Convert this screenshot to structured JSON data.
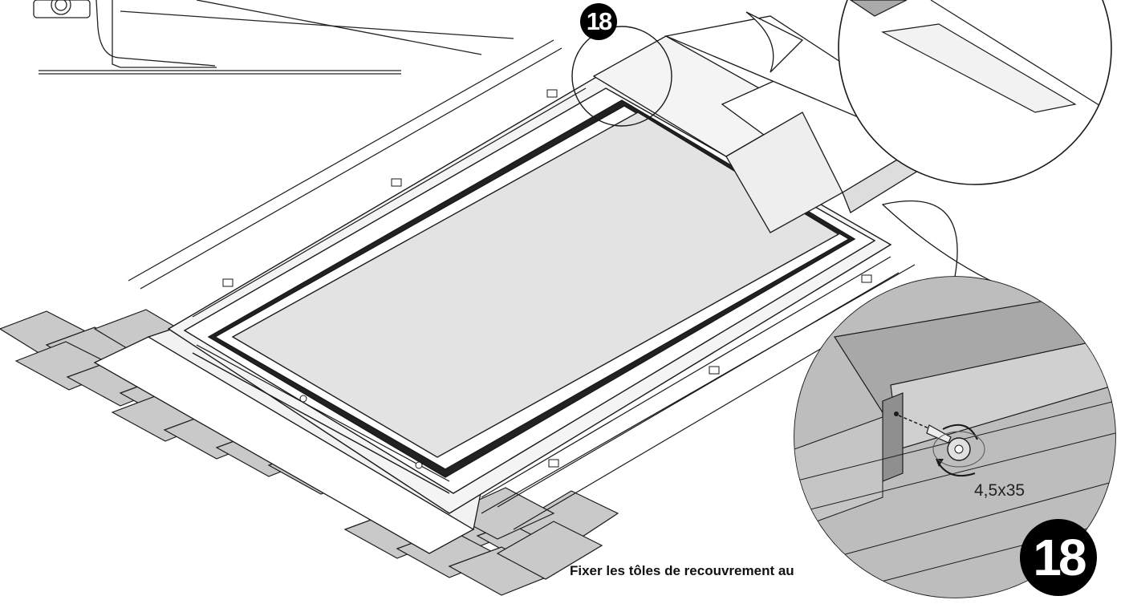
{
  "step": {
    "number": "18"
  },
  "detail": {
    "screw_size": "4,5x35"
  },
  "caption": {
    "text": "Fixer les tôles de recouvrement au"
  },
  "colors": {
    "tile": "#c9c9c9",
    "glass": "#e3e3e3",
    "line": "#1a1a1a",
    "detail_bg": "#bdbdbd"
  }
}
